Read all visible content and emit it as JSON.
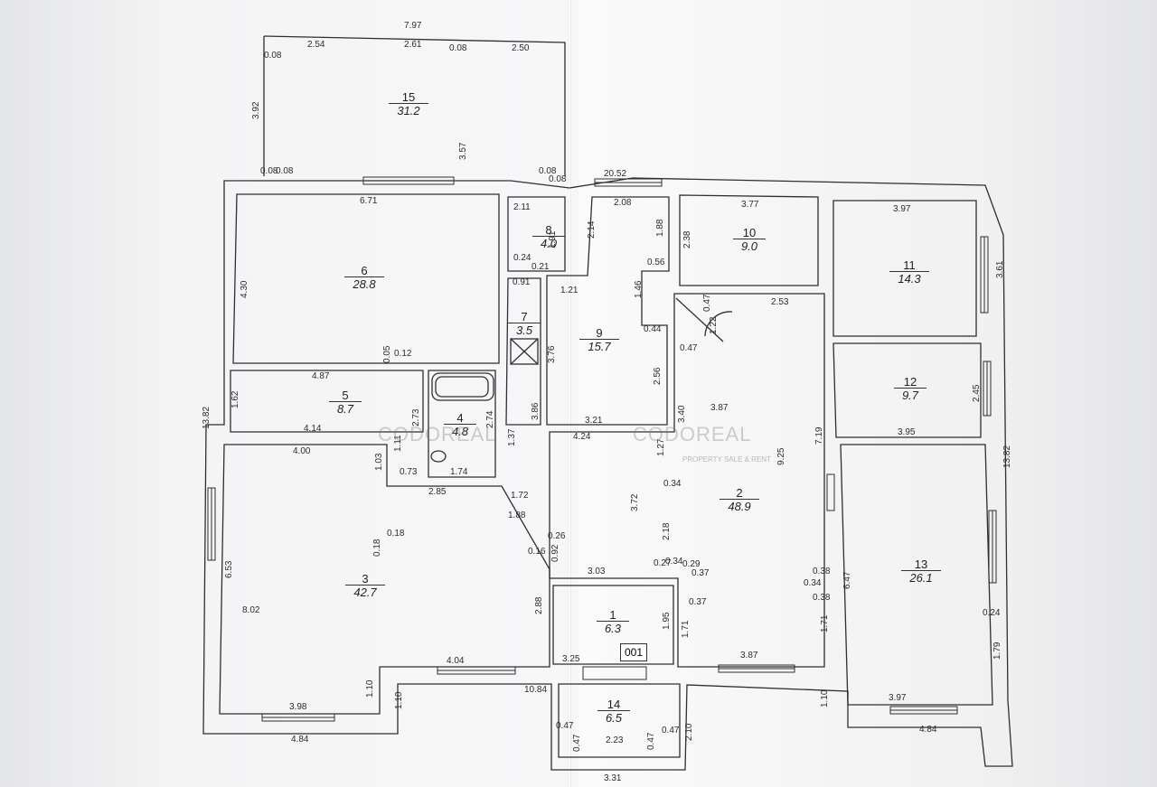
{
  "rooms": [
    {
      "num": "1",
      "area": "6.3"
    },
    {
      "num": "2",
      "area": "48.9"
    },
    {
      "num": "3",
      "area": "42.7"
    },
    {
      "num": "4",
      "area": "4.8"
    },
    {
      "num": "5",
      "area": "8.7"
    },
    {
      "num": "6",
      "area": "28.8"
    },
    {
      "num": "7",
      "area": "3.5"
    },
    {
      "num": "8",
      "area": "4.0"
    },
    {
      "num": "9",
      "area": "15.7"
    },
    {
      "num": "10",
      "area": "9.0"
    },
    {
      "num": "11",
      "area": "14.3"
    },
    {
      "num": "12",
      "area": "9.7"
    },
    {
      "num": "13",
      "area": "26.1"
    },
    {
      "num": "14",
      "area": "6.5"
    },
    {
      "num": "15",
      "area": "31.2"
    }
  ],
  "dims": [
    "7.97",
    "2.54",
    "2.61",
    "2.50",
    "0.08",
    "0.08",
    "0.08",
    "0.08",
    "3.92",
    "3.57",
    "0.08",
    "0.08",
    "20.52",
    "6.71",
    "2.11",
    "2.08",
    "3.77",
    "3.97",
    "1.91",
    "2.14",
    "1.88",
    "2.38",
    "0.24",
    "0.21",
    "0.56",
    "4.30",
    "3.61",
    "0.91",
    "1.21",
    "1.46",
    "0.47",
    "2.53",
    "1.22",
    "0.47",
    "0.05",
    "0.12",
    "0.44",
    "3.76",
    "4.87",
    "2.56",
    "2.45",
    "1.62",
    "2.73",
    "2.74",
    "3.86",
    "3.40",
    "3.87",
    "13.82",
    "13.82",
    "4.14",
    "3.21",
    "4.24",
    "7.19",
    "3.95",
    "1.11",
    "1.37",
    "1.27",
    "4.00",
    "1.03",
    "0.73",
    "1.74",
    "9.25",
    "0.34",
    "2.85",
    "1.72",
    "3.72",
    "1.88",
    "2.18",
    "0.18",
    "0.18",
    "0.26",
    "0.16",
    "0.92",
    "3.03",
    "0.27",
    "0.34",
    "0.29",
    "0.37",
    "0.38",
    "0.34",
    "0.38",
    "6.47",
    "6.53",
    "0.37",
    "2.88",
    "1.95",
    "1.71",
    "1.71",
    "8.02",
    "0.24",
    "4.04",
    "3.25",
    "3.87",
    "1.79",
    "1.10",
    "1.10",
    "1.10",
    "10.84",
    "3.98",
    "3.97",
    "0.47",
    "0.47",
    "2.10",
    "4.84",
    "4.84",
    "0.47",
    "2.23",
    "0.47",
    "3.31"
  ],
  "code_label": "001",
  "watermark": {
    "left": "CODOREAL",
    "right": "CODOREAL",
    "sub": "PROPERTY SALE & RENT"
  }
}
